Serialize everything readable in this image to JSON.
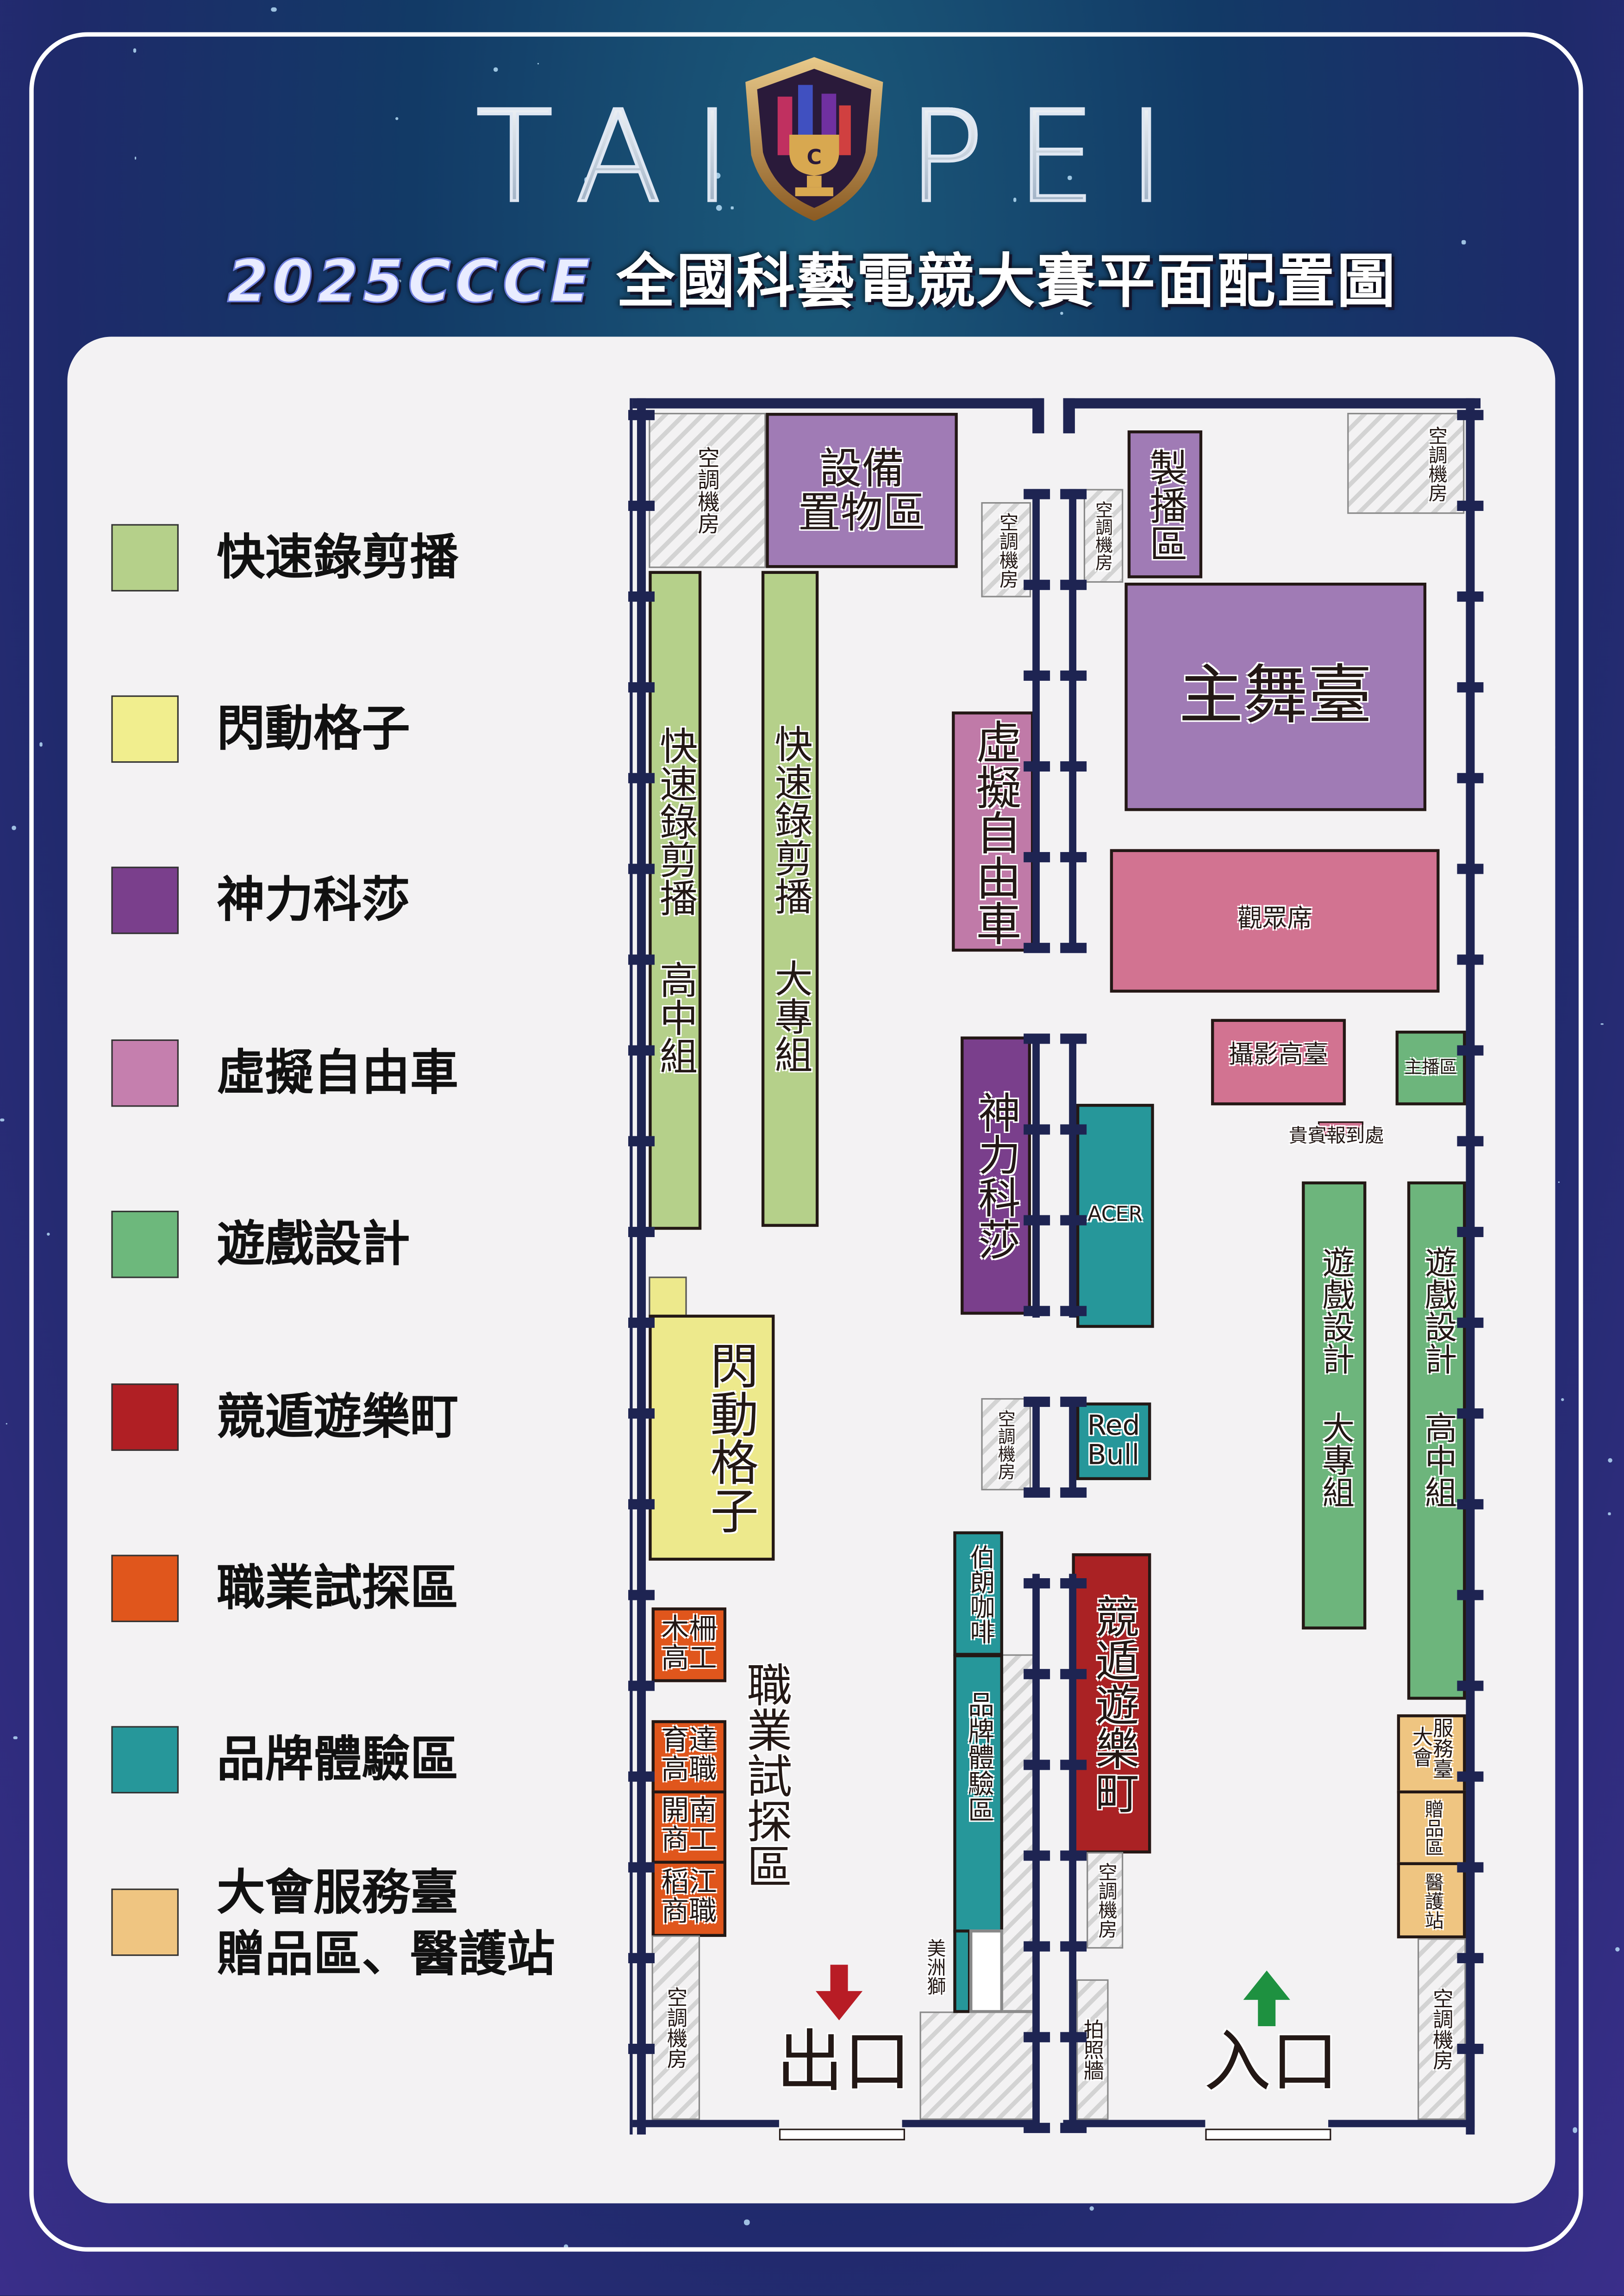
{
  "header": {
    "logo_left": "TAI",
    "logo_right": "PEI",
    "logo_badge": "C",
    "subtitle_en": "2025CCCE",
    "subtitle_zh": "全國科藝電競大賽平面配置圖"
  },
  "legend": [
    {
      "label": "快速錄剪播",
      "color": "#b5d08a"
    },
    {
      "label": "閃動格子",
      "color": "#f1ee8e"
    },
    {
      "label": "神力科莎",
      "color": "#7a3f8c"
    },
    {
      "label": "虛擬自由車",
      "color": "#c57fae"
    },
    {
      "label": "遊戲設計",
      "color": "#6db87c"
    },
    {
      "label": "競遁遊樂町",
      "color": "#b01f24"
    },
    {
      "label": "職業試探區",
      "color": "#e0561c"
    },
    {
      "label": "品牌體驗區",
      "color": "#26979a"
    },
    {
      "label": "大會服務臺\n贈品區、醫護站",
      "label_line1": "大會服務臺",
      "label_line2": "贈品區、醫護站",
      "color": "#efc581"
    }
  ],
  "map": {
    "ac_room": "空調機房",
    "equipment_storage": "設備置物區",
    "fast_edit_high": "快速錄剪播 高中組",
    "fast_edit_college": "快速錄剪播 大專組",
    "virtual_bike": "虛擬自由車",
    "assetto": "神力科莎",
    "flash_grid": "閃動格子",
    "brown_coffee": "伯朗咖啡",
    "brand_zone": "品牌體驗區",
    "puma": "美洲獅",
    "muzha": "木柵高工",
    "yuda": "育達高職",
    "kainan": "開南商工",
    "daojiang": "稻江商職",
    "career_zone": "職業試探區",
    "exit": "出口",
    "production": "製播區",
    "main_stage": "主舞臺",
    "audience": "觀眾席",
    "camera_platform": "攝影高臺",
    "anchor": "主播區",
    "vip_checkin": "貴賓報到處",
    "acer": "ACER",
    "redbull_1": "Red",
    "redbull_2": "Bull",
    "game_design_college": "遊戲設計 大專組",
    "game_design_high": "遊戲設計 高中組",
    "esports_town": "競遁遊樂町",
    "photo_wall": "拍照牆",
    "service_desk_1": "大會",
    "service_desk_2": "服務臺",
    "gift_zone": "贈品區",
    "medical": "醫護站",
    "entrance": "入口"
  }
}
